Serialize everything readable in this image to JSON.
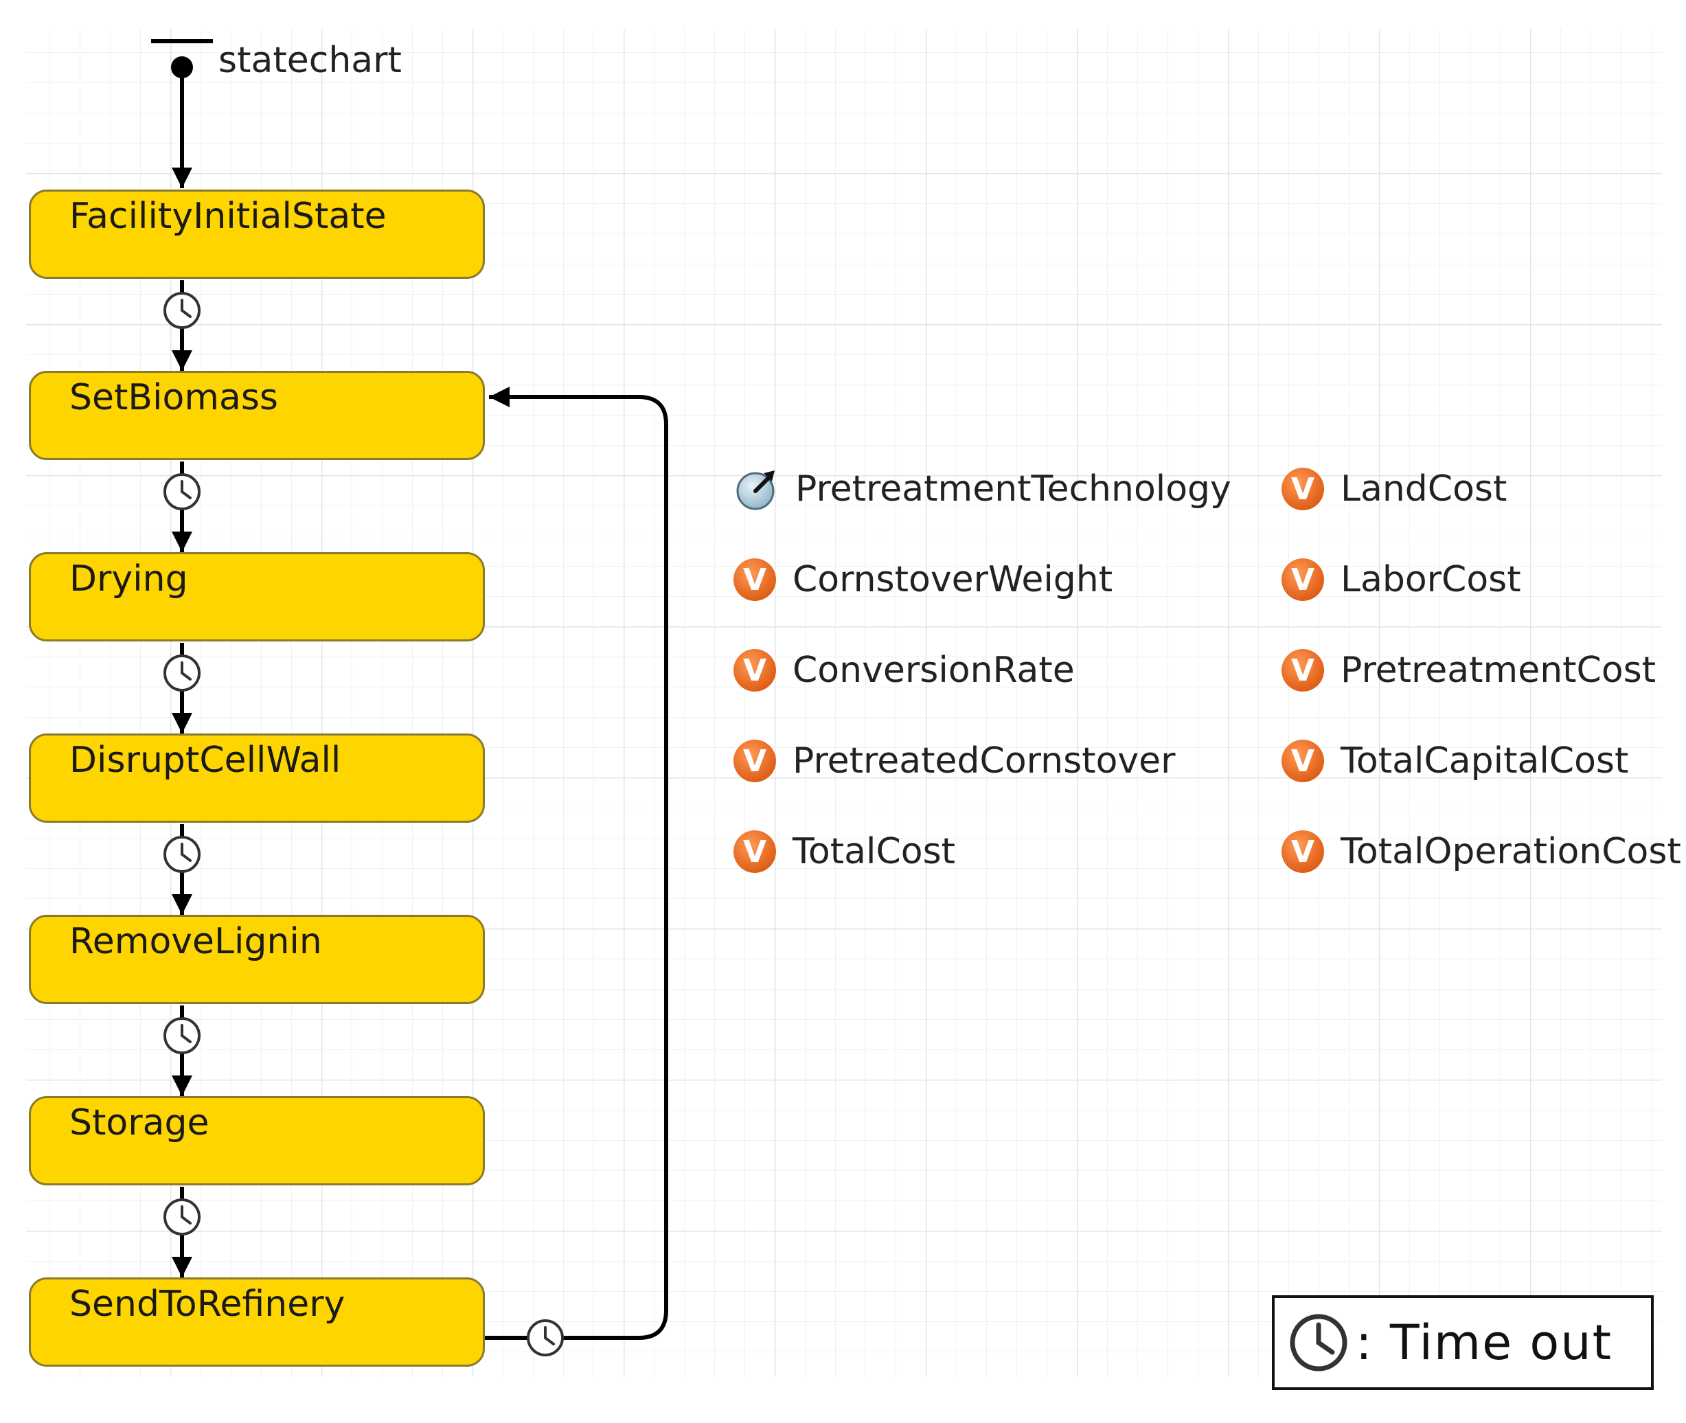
{
  "diagram": {
    "title": "statechart",
    "states": [
      {
        "id": "s0",
        "label": "FacilityInitialState"
      },
      {
        "id": "s1",
        "label": "SetBiomass"
      },
      {
        "id": "s2",
        "label": "Drying"
      },
      {
        "id": "s3",
        "label": "DisruptCellWall"
      },
      {
        "id": "s4",
        "label": "RemoveLignin"
      },
      {
        "id": "s5",
        "label": "Storage"
      },
      {
        "id": "s6",
        "label": "SendToRefinery"
      }
    ],
    "transitions": [
      {
        "from": "start",
        "to": "FacilityInitialState",
        "trigger": "initial"
      },
      {
        "from": "FacilityInitialState",
        "to": "SetBiomass",
        "trigger": "timeout"
      },
      {
        "from": "SetBiomass",
        "to": "Drying",
        "trigger": "timeout"
      },
      {
        "from": "Drying",
        "to": "DisruptCellWall",
        "trigger": "timeout"
      },
      {
        "from": "DisruptCellWall",
        "to": "RemoveLignin",
        "trigger": "timeout"
      },
      {
        "from": "RemoveLignin",
        "to": "Storage",
        "trigger": "timeout"
      },
      {
        "from": "Storage",
        "to": "SendToRefinery",
        "trigger": "timeout"
      },
      {
        "from": "SendToRefinery",
        "to": "SetBiomass",
        "trigger": "timeout"
      }
    ],
    "parameters": [
      {
        "label": "PretreatmentTechnology",
        "icon": "parameter-icon"
      }
    ],
    "variables_left": [
      {
        "label": "CornstoverWeight",
        "badge": "V"
      },
      {
        "label": "ConversionRate",
        "badge": "V"
      },
      {
        "label": "PretreatedCornstover",
        "badge": "V"
      },
      {
        "label": "TotalCost",
        "badge": "V"
      }
    ],
    "variables_right": [
      {
        "label": "LandCost",
        "badge": "V"
      },
      {
        "label": "LaborCost",
        "badge": "V"
      },
      {
        "label": "PretreatmentCost",
        "badge": "V"
      },
      {
        "label": "TotalCapitalCost",
        "badge": "V"
      },
      {
        "label": "TotalOperationCost",
        "badge": "V"
      }
    ],
    "legend": {
      "icon": "clock-icon",
      "label": ": Time out"
    },
    "colors": {
      "state_fill": "#ffd500",
      "state_border": "#8a7a2c",
      "variable_badge": "#e06018",
      "arrow": "#000000"
    }
  }
}
